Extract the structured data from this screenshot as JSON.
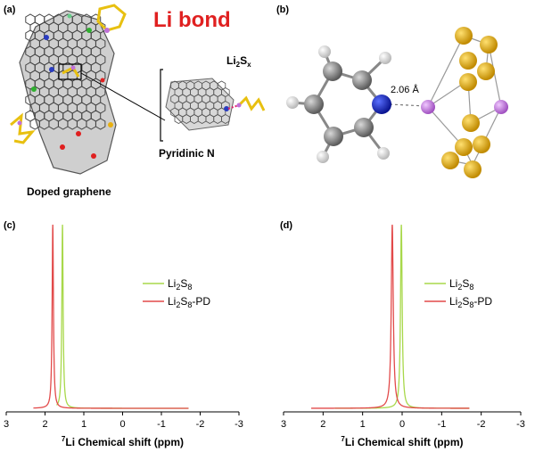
{
  "panels": {
    "a": {
      "label": "(a)",
      "title": "Li bond",
      "sulfide_main": "Li",
      "sulfide_sub1": "2",
      "sulfide_mid": "S",
      "sulfide_sub2": "x",
      "site_label": "Pyridinic N",
      "caption": "Doped graphene"
    },
    "b": {
      "label": "(b)",
      "bond_length": "2.06 Å"
    },
    "c": {
      "label": "(c)"
    },
    "d": {
      "label": "(d)"
    }
  },
  "colors": {
    "li2s8": "#a8d84a",
    "li2s8_pd": "#e24a4a",
    "title_red": "#e02020",
    "nitrogen": "#1428c8",
    "lithium": "#c070d8",
    "sulfur": "#e8b010",
    "carbon": "#7a7a7a"
  },
  "chart_data": [
    {
      "type": "line",
      "panel": "c",
      "xlabel_sup": "7",
      "xlabel": "Li Chemical shift (ppm)",
      "xlim": [
        3,
        -3
      ],
      "x_reversed": true,
      "xticks": [
        "3",
        "2",
        "1",
        "0",
        "-1",
        "-2",
        "-3"
      ],
      "series": [
        {
          "name": "Li2S8",
          "name_main": "Li",
          "name_sub1": "2",
          "name_mid": "S",
          "name_sub2": "8",
          "name_suffix": "",
          "color": "#a8d84a",
          "peak_ppm": 1.55,
          "width": 0.02,
          "x_range": [
            1.7,
            -1.7
          ]
        },
        {
          "name": "Li2S8-PD",
          "name_main": "Li",
          "name_sub1": "2",
          "name_mid": "S",
          "name_sub2": "8",
          "name_suffix": "-PD",
          "color": "#e24a4a",
          "peak_ppm": 1.8,
          "width": 0.02,
          "x_range": [
            2.3,
            -1.7
          ]
        }
      ],
      "legend_position": "center-right"
    },
    {
      "type": "line",
      "panel": "d",
      "xlabel_sup": "7",
      "xlabel": "Li Chemical shift (ppm)",
      "xlim": [
        3,
        -3
      ],
      "x_reversed": true,
      "xticks": [
        "3",
        "2",
        "1",
        "0",
        "-1",
        "-2",
        "-3"
      ],
      "series": [
        {
          "name": "Li2S8",
          "name_main": "Li",
          "name_sub1": "2",
          "name_mid": "S",
          "name_sub2": "8",
          "name_suffix": "",
          "color": "#a8d84a",
          "peak_ppm": 0.02,
          "width": 0.025,
          "x_range": [
            1.7,
            -1.7
          ]
        },
        {
          "name": "Li2S8-PD",
          "name_main": "Li",
          "name_sub1": "2",
          "name_mid": "S",
          "name_sub2": "8",
          "name_suffix": "-PD",
          "color": "#e24a4a",
          "peak_ppm": 0.25,
          "width": 0.03,
          "x_range": [
            2.3,
            -1.7
          ]
        }
      ],
      "legend_position": "center-right"
    }
  ]
}
